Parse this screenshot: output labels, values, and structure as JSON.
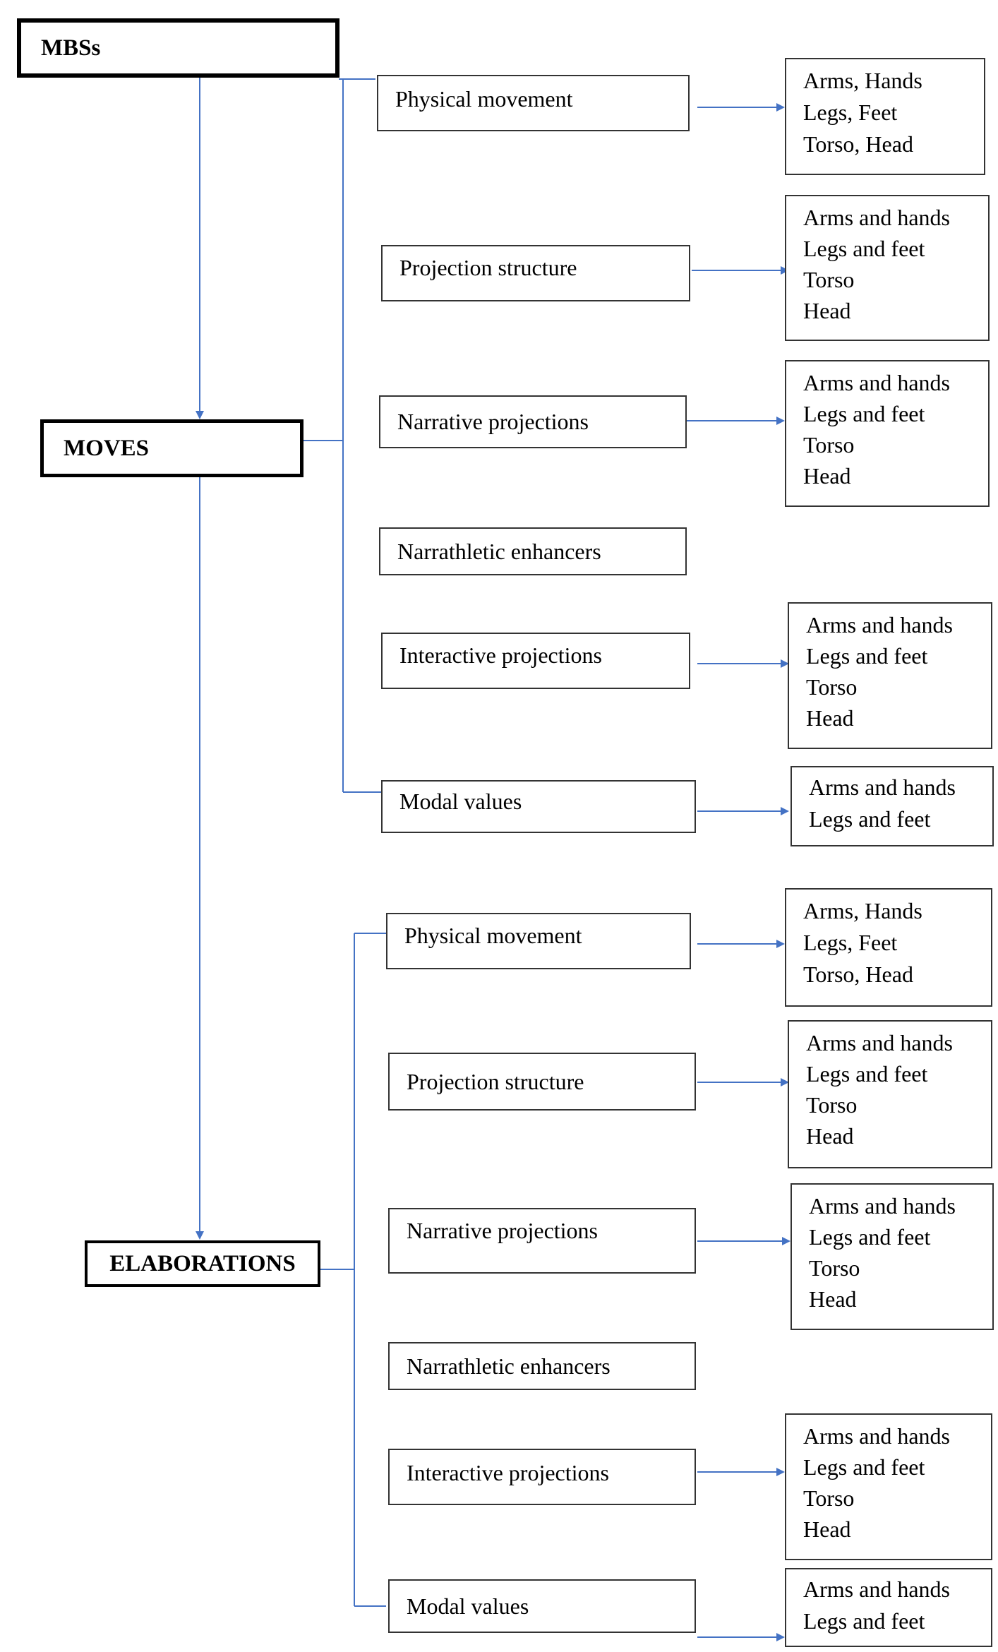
{
  "roots": {
    "mbss": "MBSs",
    "moves": "MOVES",
    "elaborations": "ELABORATIONS"
  },
  "moves": {
    "physical": {
      "label": "Physical movement",
      "parts": [
        "Arms, Hands",
        "Legs, Feet",
        "Torso, Head"
      ]
    },
    "projection_structure": {
      "label": "Projection structure",
      "parts": [
        "Arms and hands",
        "Legs and feet",
        "Torso",
        "Head"
      ]
    },
    "narrative": {
      "label": "Narrative projections",
      "parts": [
        "Arms and hands",
        "Legs and feet",
        "Torso",
        "Head"
      ]
    },
    "narrathletic": {
      "label": "Narrathletic enhancers"
    },
    "interactive": {
      "label": "Interactive projections",
      "parts": [
        "Arms and hands",
        "Legs and feet",
        "Torso",
        "Head"
      ]
    },
    "modal": {
      "label": "Modal values",
      "parts": [
        "Arms and hands",
        "Legs and feet"
      ]
    }
  },
  "elaborations": {
    "physical": {
      "label": "Physical movement",
      "parts": [
        "Arms, Hands",
        "Legs, Feet",
        "Torso, Head"
      ]
    },
    "projection_structure": {
      "label": "Projection structure",
      "parts": [
        "Arms and hands",
        "Legs and feet",
        "Torso",
        "Head"
      ]
    },
    "narrative": {
      "label": "Narrative projections",
      "parts": [
        "Arms and hands",
        "Legs and feet",
        "Torso",
        "Head"
      ]
    },
    "narrathletic": {
      "label": "Narrathletic enhancers"
    },
    "interactive": {
      "label": "Interactive projections",
      "parts": [
        "Arms and hands",
        "Legs and feet",
        "Torso",
        "Head"
      ]
    },
    "modal": {
      "label": "Modal values",
      "parts": [
        "Arms and hands",
        "Legs and feet"
      ]
    }
  },
  "colors": {
    "connector": "#4472c4",
    "box_border": "#333333"
  }
}
